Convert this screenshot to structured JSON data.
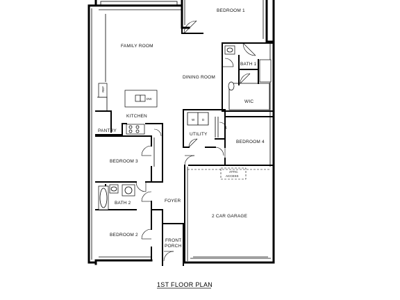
{
  "rooms": {
    "bedroom1": "BEDROOM 1",
    "family_room": "FAMILY ROOM",
    "bath1": "BATH 1",
    "dining_room": "DINING ROOM",
    "wic": "WIC",
    "kitchen": "KITCHEN",
    "pantry": "PANTRY",
    "utility": "UTILITY",
    "bedroom4": "BEDROOM 4",
    "bedroom3": "BEDROOM 3",
    "attic_access_line1": "ATTIC",
    "attic_access_line2": "ACCESS",
    "bath2": "BATH 2",
    "foyer": "FOYER",
    "garage": "2 CAR GARAGE",
    "bedroom2": "BEDROOM 2",
    "front_porch_line1": "FRONT",
    "front_porch_line2": "PORCH"
  },
  "fixtures": {
    "ref": "REF",
    "dw": "DW",
    "washer": "W",
    "dryer": "D"
  },
  "plan_title": "1ST FLOOR PLAN"
}
